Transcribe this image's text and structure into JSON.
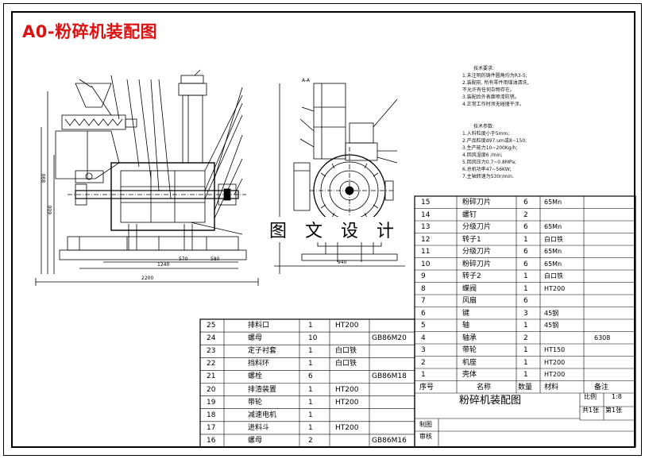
{
  "title": "A0-粉碎机装配图",
  "watermark": "图 文 设 计",
  "section_label": "A-A",
  "tech_requirements": {
    "heading": "技术要求:",
    "lines": [
      "1.未注明的铸件圆角均为R3-5;",
      "2.装配前, 所有零件用煤油清洗,",
      "  不允许有任何杂物存在。",
      "3.装配后外表面喷漆防锈。",
      "4.正常工作时须无碰撞干涉。"
    ]
  },
  "tech_params": {
    "heading": "技术参数:",
    "lines": [
      "1.入料粒度小于5mm;",
      "2.产品粒度d97:um或8~150;",
      "3.生产能力10~200Kg/h;",
      "4.回风湿度6  /min;",
      "5.回风压力0.7~0.8MPa;",
      "6.总机功率47~56KW;",
      "7.主轴转速为530r/min."
    ]
  },
  "bom_right": [
    {
      "no": "15",
      "name": "粉碎刀片",
      "qty": "6",
      "mat": "65Mn",
      "note": ""
    },
    {
      "no": "14",
      "name": "螺钉",
      "qty": "2",
      "mat": "",
      "note": ""
    },
    {
      "no": "13",
      "name": "分级刀片",
      "qty": "6",
      "mat": "65Mn",
      "note": ""
    },
    {
      "no": "12",
      "name": "转子1",
      "qty": "1",
      "mat": "白口铁",
      "note": ""
    },
    {
      "no": "11",
      "name": "分级刀片",
      "qty": "6",
      "mat": "65Mn",
      "note": ""
    },
    {
      "no": "10",
      "name": "粉碎刀片",
      "qty": "6",
      "mat": "65Mn",
      "note": ""
    },
    {
      "no": "9",
      "name": "转子2",
      "qty": "1",
      "mat": "白口铁",
      "note": ""
    },
    {
      "no": "8",
      "name": "蝶阀",
      "qty": "1",
      "mat": "HT200",
      "note": ""
    },
    {
      "no": "7",
      "name": "风扇",
      "qty": "6",
      "mat": "",
      "note": ""
    },
    {
      "no": "6",
      "name": "键",
      "qty": "3",
      "mat": "45钢",
      "note": ""
    },
    {
      "no": "5",
      "name": "轴",
      "qty": "1",
      "mat": "45钢",
      "note": ""
    },
    {
      "no": "4",
      "name": "轴承",
      "qty": "2",
      "mat": "",
      "note": "6308"
    },
    {
      "no": "3",
      "name": "带轮",
      "qty": "1",
      "mat": "HT150",
      "note": ""
    },
    {
      "no": "2",
      "name": "机座",
      "qty": "1",
      "mat": "HT200",
      "note": ""
    },
    {
      "no": "1",
      "name": "壳体",
      "qty": "1",
      "mat": "HT200",
      "note": ""
    }
  ],
  "bom_header": {
    "no": "序号",
    "name": "名称",
    "qty": "数量",
    "mat": "材料",
    "note": "备注"
  },
  "bom_left": [
    {
      "no": "25",
      "name": "排料口",
      "qty": "1",
      "mat": "HT200",
      "std": ""
    },
    {
      "no": "24",
      "name": "螺母",
      "qty": "10",
      "mat": "",
      "std": "GB86M20"
    },
    {
      "no": "23",
      "name": "定子衬套",
      "qty": "1",
      "mat": "白口铁",
      "std": ""
    },
    {
      "no": "22",
      "name": "挡料环",
      "qty": "1",
      "mat": "白口铁",
      "std": ""
    },
    {
      "no": "21",
      "name": "螺栓",
      "qty": "6",
      "mat": "",
      "std": "GB86M18"
    },
    {
      "no": "20",
      "name": "排渣装置",
      "qty": "1",
      "mat": "HT200",
      "std": ""
    },
    {
      "no": "19",
      "name": "带轮",
      "qty": "1",
      "mat": "HT200",
      "std": ""
    },
    {
      "no": "18",
      "name": "减速电机",
      "qty": "1",
      "mat": "",
      "std": ""
    },
    {
      "no": "17",
      "name": "进料斗",
      "qty": "1",
      "mat": "HT200",
      "std": ""
    },
    {
      "no": "16",
      "name": "螺母",
      "qty": "2",
      "mat": "",
      "std": "GB86M16"
    }
  ],
  "title_block": {
    "drawing_name": "粉碎机装配图",
    "scale_label": "比例",
    "scale_value": "1:8",
    "sheets_total": "共1张",
    "sheet_no": "第1张",
    "drawn_by": "制图",
    "checked_by": "审核"
  },
  "dimensions": {
    "overall_width": "2200",
    "d1": "1240",
    "d2": "570",
    "d3": "580",
    "d4": "940",
    "height1": "890",
    "height2": "600"
  }
}
